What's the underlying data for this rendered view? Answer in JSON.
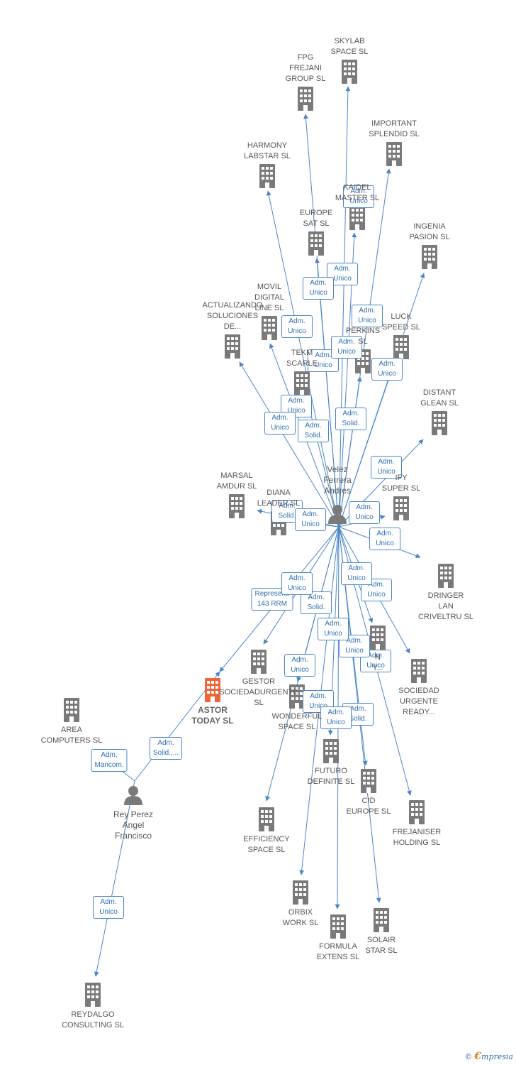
{
  "colors": {
    "edge": "#4a86c8",
    "building": "#7a7a7a",
    "main_building": "#f0643a",
    "person": "#7a7a7a"
  },
  "nodes": [
    {
      "id": "skylab",
      "label": "SKYLAB\nSPACE  SL",
      "icon": "building-icon"
    },
    {
      "id": "fpg",
      "label": "FPG\nFREJANI\nGROUP  SL",
      "icon": "building-icon"
    },
    {
      "id": "important",
      "label": "IMPORTANT\nSPLENDID  SL",
      "icon": "building-icon"
    },
    {
      "id": "harmony",
      "label": "HARMONY\nLABSTAR SL",
      "icon": "building-icon"
    },
    {
      "id": "kaidel",
      "label": "KAIDEL\nMASTER  SL",
      "icon": "building-icon"
    },
    {
      "id": "europesat",
      "label": "EUROPE\nSAT  SL",
      "icon": "building-icon"
    },
    {
      "id": "ingenia",
      "label": "INGENIA\nPASION  SL",
      "icon": "building-icon"
    },
    {
      "id": "movil",
      "label": "MOVIL\nDIGITAL\nLINE SL",
      "icon": "building-icon"
    },
    {
      "id": "actualizando",
      "label": "ACTUALIZANDO\nSOLUCIONES\nDE...",
      "icon": "building-icon"
    },
    {
      "id": "luck",
      "label": "LUCK\nSPEED  SL",
      "icon": "building-icon"
    },
    {
      "id": "perkins",
      "label": "PERKINS\nSL",
      "icon": "building-icon"
    },
    {
      "id": "tekm",
      "label": "TEKM\nSCARLE",
      "icon": "building-icon"
    },
    {
      "id": "distant",
      "label": "DISTANT\nGLEAN  SL",
      "icon": "building-icon"
    },
    {
      "id": "marsal",
      "label": "MARSAL\nAMDUR  SL",
      "icon": "building-icon"
    },
    {
      "id": "diana",
      "label": "DIANA\nLEADER  SL",
      "icon": "building-icon"
    },
    {
      "id": "ify",
      "label": "IFY\nSUPER  SL",
      "icon": "building-icon"
    },
    {
      "id": "dringer",
      "label": "DRINGER\nLAN\nCRIVELTRU SL",
      "icon": "building-icon"
    },
    {
      "id": "gestor",
      "label": "GESTOR\nSOCIEDADURGENTE SL",
      "icon": "building-icon"
    },
    {
      "id": "astor",
      "label": "ASTOR\nTODAY  SL",
      "icon": "building-icon",
      "main": true
    },
    {
      "id": "area",
      "label": "AREA\nCOMPUTERS SL",
      "icon": "building-icon"
    },
    {
      "id": "sociedad",
      "label": "SOCIEDAD\nURGENTE\nREADY...",
      "icon": "building-icon"
    },
    {
      "id": "yn",
      "label": "N\nY...",
      "icon": "building-icon"
    },
    {
      "id": "wonderful",
      "label": "WONDERFUL\nSPACE  SL",
      "icon": "building-icon"
    },
    {
      "id": "futuro",
      "label": "FUTURO\nDEFINITE  SL",
      "icon": "building-icon"
    },
    {
      "id": "cid",
      "label": "CID\nEUROPE  SL",
      "icon": "building-icon"
    },
    {
      "id": "frejaniser",
      "label": "FREJANISER\nHOLDING  SL",
      "icon": "building-icon"
    },
    {
      "id": "efficiency",
      "label": "EFFICIENCY\nSPACE SL",
      "icon": "building-icon"
    },
    {
      "id": "orbix",
      "label": "ORBIX\nWORK  SL",
      "icon": "building-icon"
    },
    {
      "id": "formula",
      "label": "FORMULA\nEXTENS  SL",
      "icon": "building-icon"
    },
    {
      "id": "solair",
      "label": "SOLAIR\nSTAR  SL",
      "icon": "building-icon"
    },
    {
      "id": "reydalgo",
      "label": "REYDALGO\nCONSULTING SL",
      "icon": "building-icon"
    },
    {
      "id": "velez",
      "label": "Velez\nFerrera\nAndres",
      "icon": "person-icon",
      "person": true
    },
    {
      "id": "rey",
      "label": "Rey Perez\nAngel\nFrancisco",
      "icon": "person-icon",
      "person": true
    }
  ],
  "edges": [
    {
      "from": "velez",
      "to": "skylab",
      "label": "Adm.\nUnico"
    },
    {
      "from": "velez",
      "to": "fpg",
      "label": "Adm.\nUnico"
    },
    {
      "from": "velez",
      "to": "important",
      "label": "Adm.\nUnico"
    },
    {
      "from": "velez",
      "to": "harmony",
      "label": "Adm.\nUnico"
    },
    {
      "from": "velez",
      "to": "kaidel",
      "label": "Adm.\nUnico"
    },
    {
      "from": "velez",
      "to": "europesat",
      "label": "Adm.\nUnico"
    },
    {
      "from": "velez",
      "to": "ingenia",
      "label": "Adm.\nUnico"
    },
    {
      "from": "velez",
      "to": "movil",
      "label": "Adm.\nUnico"
    },
    {
      "from": "velez",
      "to": "actualizando",
      "label": "Adm.\nUnico"
    },
    {
      "from": "velez",
      "to": "luck",
      "label": "Adm.\nUnico"
    },
    {
      "from": "velez",
      "to": "perkins",
      "label": "Adm.\nSolid."
    },
    {
      "from": "velez",
      "to": "tekm",
      "label": "Adm.\nSolid."
    },
    {
      "from": "velez",
      "to": "distant",
      "label": "Adm.\nUnico"
    },
    {
      "from": "velez",
      "to": "marsal",
      "label": "Adm.\nSolid."
    },
    {
      "from": "velez",
      "to": "diana",
      "label": "Adm.\nUnico"
    },
    {
      "from": "velez",
      "to": "ify",
      "label": "Adm.\nUnico"
    },
    {
      "from": "velez",
      "to": "dringer",
      "label": "Adm.\nUnico"
    },
    {
      "from": "velez",
      "to": "astor",
      "label": "Represent.\n143 RRM"
    },
    {
      "from": "velez",
      "to": "gestor",
      "label": "Adm.\nSolid."
    },
    {
      "from": "velez",
      "to": "sociedad",
      "label": "Adm.\nUnico"
    },
    {
      "from": "velez",
      "to": "yn",
      "label": "Adm.\nUnico"
    },
    {
      "from": "velez",
      "to": "wonderful",
      "label": "Adm.\nUnico"
    },
    {
      "from": "velez",
      "to": "futuro",
      "label": "Adm.\nUnico"
    },
    {
      "from": "velez",
      "to": "cid",
      "label": "Adm.\nSolid."
    },
    {
      "from": "velez",
      "to": "frejaniser",
      "label": "Adm.\nUnico"
    },
    {
      "from": "velez",
      "to": "efficiency",
      "label": "Adm.\nUnico"
    },
    {
      "from": "velez",
      "to": "orbix",
      "label": "Adm.\nUnico"
    },
    {
      "from": "velez",
      "to": "formula",
      "label": "Adm.\nUnico"
    },
    {
      "from": "velez",
      "to": "solair",
      "label": "Adm.\nUnico"
    },
    {
      "from": "rey",
      "to": "astor",
      "label": "Adm.\nSolid.,..."
    },
    {
      "from": "rey",
      "to": "area",
      "label": "Adm.\nMancom."
    },
    {
      "from": "rey",
      "to": "reydalgo",
      "label": "Adm.\nUnico"
    }
  ],
  "footer": {
    "copyright": "©",
    "brand_first": "€",
    "brand_rest": "mpresia"
  }
}
